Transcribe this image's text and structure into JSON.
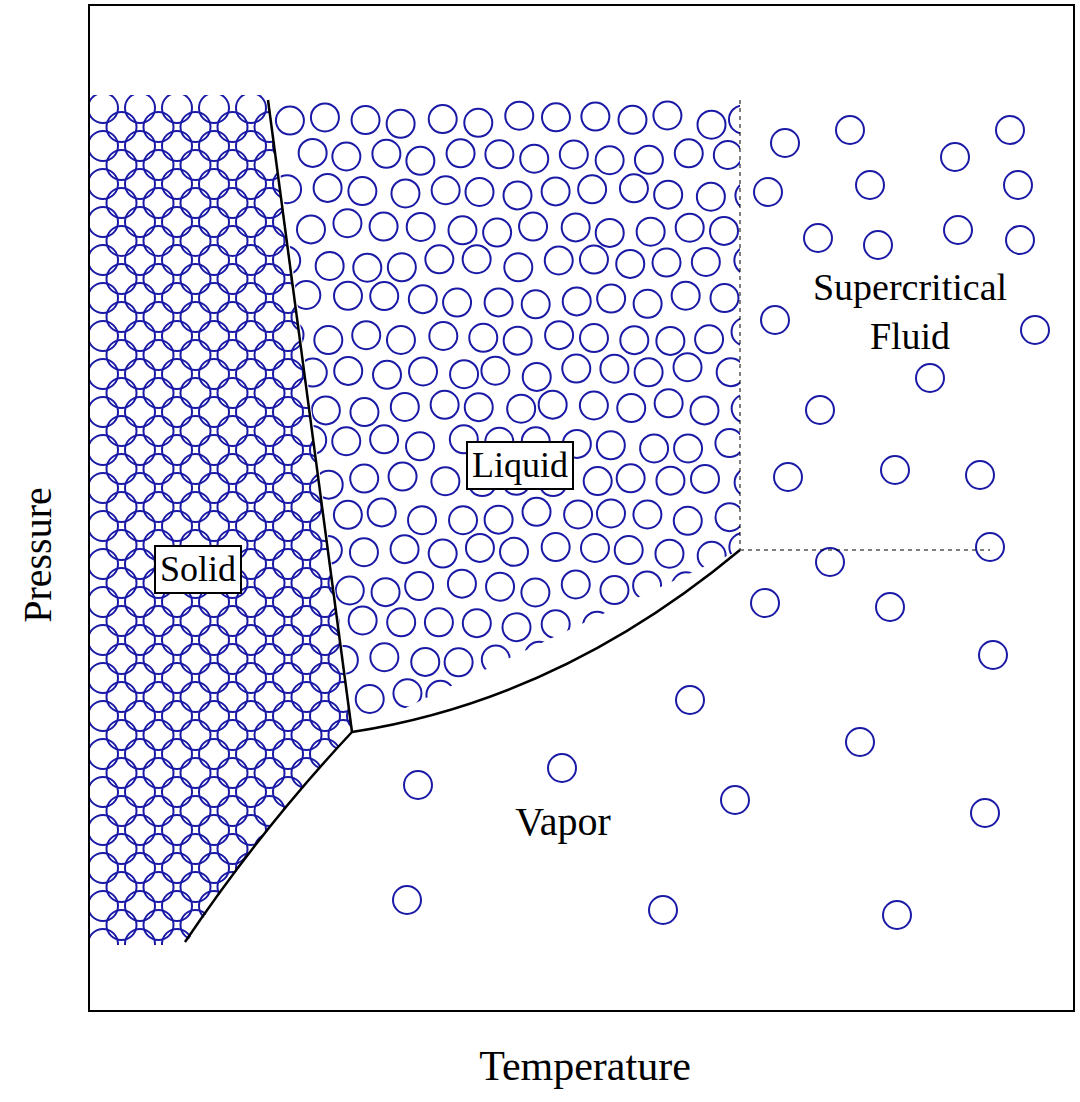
{
  "diagram": {
    "nodes": [
      {
        "text": [
          "Solid"
        ]
      },
      {
        "text": [
          "Liquid"
        ]
      }
    ],
    "labels": [
      "Vapor",
      "Supercritical Fluid",
      "Pressure",
      "Temperature"
    ]
  }
}
